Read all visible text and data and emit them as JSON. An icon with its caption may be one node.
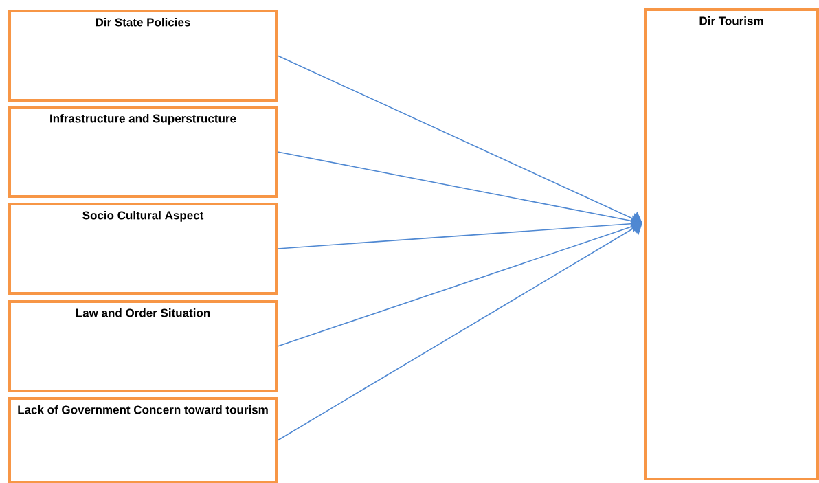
{
  "diagram": {
    "nodes": [
      {
        "text": [
          "Dir State Policies"
        ]
      },
      {
        "text": [
          "Infrastructure and Superstructure"
        ]
      },
      {
        "text": [
          "Socio Cultural Aspect"
        ]
      },
      {
        "text": [
          "Law and Order Situation"
        ]
      },
      {
        "text": [
          "Lack of Government Concern toward tourism"
        ]
      },
      {
        "text": [
          "Dir Tourism"
        ]
      }
    ],
    "edges": [
      {
        "from": 0,
        "to": 5,
        "arrow": "to"
      },
      {
        "from": 1,
        "to": 5,
        "arrow": "to"
      },
      {
        "from": 2,
        "to": 5,
        "arrow": "to"
      },
      {
        "from": 3,
        "to": 5,
        "arrow": "to"
      },
      {
        "from": 4,
        "to": 5,
        "arrow": "to"
      }
    ]
  }
}
